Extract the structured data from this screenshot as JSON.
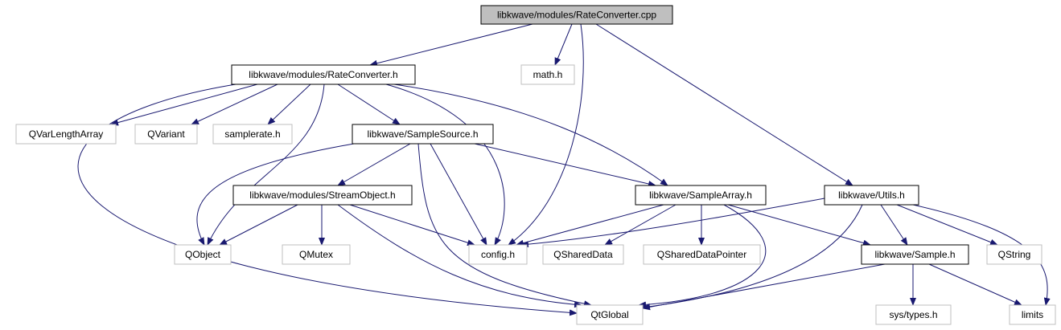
{
  "graph": {
    "nodes": [
      {
        "id": "rateconv_cpp",
        "label": "libkwave/modules/RateConverter.cpp",
        "style": "root"
      },
      {
        "id": "rateconv_h",
        "label": "libkwave/modules/RateConverter.h",
        "style": "documented"
      },
      {
        "id": "math_h",
        "label": "math.h",
        "style": "external"
      },
      {
        "id": "qvarlengtharray",
        "label": "QVarLengthArray",
        "style": "external"
      },
      {
        "id": "qvariant",
        "label": "QVariant",
        "style": "external"
      },
      {
        "id": "samplerate_h",
        "label": "samplerate.h",
        "style": "external"
      },
      {
        "id": "samplesource_h",
        "label": "libkwave/SampleSource.h",
        "style": "documented"
      },
      {
        "id": "streamobject_h",
        "label": "libkwave/modules/StreamObject.h",
        "style": "documented"
      },
      {
        "id": "samplearray_h",
        "label": "libkwave/SampleArray.h",
        "style": "documented"
      },
      {
        "id": "utils_h",
        "label": "libkwave/Utils.h",
        "style": "documented"
      },
      {
        "id": "qobject",
        "label": "QObject",
        "style": "external"
      },
      {
        "id": "qmutex",
        "label": "QMutex",
        "style": "external"
      },
      {
        "id": "config_h",
        "label": "config.h",
        "style": "external"
      },
      {
        "id": "qshareddata",
        "label": "QSharedData",
        "style": "external"
      },
      {
        "id": "qshareddatapointer",
        "label": "QSharedDataPointer",
        "style": "external"
      },
      {
        "id": "sample_h",
        "label": "libkwave/Sample.h",
        "style": "documented"
      },
      {
        "id": "qstring",
        "label": "QString",
        "style": "external"
      },
      {
        "id": "qtglobal",
        "label": "QtGlobal",
        "style": "external"
      },
      {
        "id": "systypes_h",
        "label": "sys/types.h",
        "style": "external"
      },
      {
        "id": "limits",
        "label": "limits",
        "style": "external"
      }
    ],
    "edges": [
      {
        "from": "rateconv_cpp",
        "to": "rateconv_h"
      },
      {
        "from": "rateconv_cpp",
        "to": "math_h"
      },
      {
        "from": "rateconv_cpp",
        "to": "config_h"
      },
      {
        "from": "rateconv_cpp",
        "to": "utils_h"
      },
      {
        "from": "rateconv_h",
        "to": "qvarlengtharray"
      },
      {
        "from": "rateconv_h",
        "to": "qvariant"
      },
      {
        "from": "rateconv_h",
        "to": "samplerate_h"
      },
      {
        "from": "rateconv_h",
        "to": "samplesource_h"
      },
      {
        "from": "rateconv_h",
        "to": "qobject"
      },
      {
        "from": "rateconv_h",
        "to": "config_h"
      },
      {
        "from": "rateconv_h",
        "to": "samplearray_h"
      },
      {
        "from": "rateconv_h",
        "to": "qtglobal"
      },
      {
        "from": "samplesource_h",
        "to": "qobject"
      },
      {
        "from": "samplesource_h",
        "to": "streamobject_h"
      },
      {
        "from": "samplesource_h",
        "to": "config_h"
      },
      {
        "from": "samplesource_h",
        "to": "samplearray_h"
      },
      {
        "from": "samplesource_h",
        "to": "qtglobal"
      },
      {
        "from": "streamobject_h",
        "to": "qobject"
      },
      {
        "from": "streamobject_h",
        "to": "qmutex"
      },
      {
        "from": "streamobject_h",
        "to": "config_h"
      },
      {
        "from": "streamobject_h",
        "to": "qtglobal"
      },
      {
        "from": "samplearray_h",
        "to": "config_h"
      },
      {
        "from": "samplearray_h",
        "to": "qshareddata"
      },
      {
        "from": "samplearray_h",
        "to": "qshareddatapointer"
      },
      {
        "from": "samplearray_h",
        "to": "sample_h"
      },
      {
        "from": "samplearray_h",
        "to": "qtglobal"
      },
      {
        "from": "utils_h",
        "to": "config_h"
      },
      {
        "from": "utils_h",
        "to": "sample_h"
      },
      {
        "from": "utils_h",
        "to": "qstring"
      },
      {
        "from": "utils_h",
        "to": "qtglobal"
      },
      {
        "from": "utils_h",
        "to": "limits"
      },
      {
        "from": "sample_h",
        "to": "qtglobal"
      },
      {
        "from": "sample_h",
        "to": "systypes_h"
      },
      {
        "from": "sample_h",
        "to": "limits"
      }
    ],
    "colors": {
      "edge": "#191970",
      "root_fill": "#bfbfbf",
      "root_border": "#000000",
      "documented_border": "#000000",
      "external_border": "#bfbfbf",
      "text": "#000000"
    }
  }
}
